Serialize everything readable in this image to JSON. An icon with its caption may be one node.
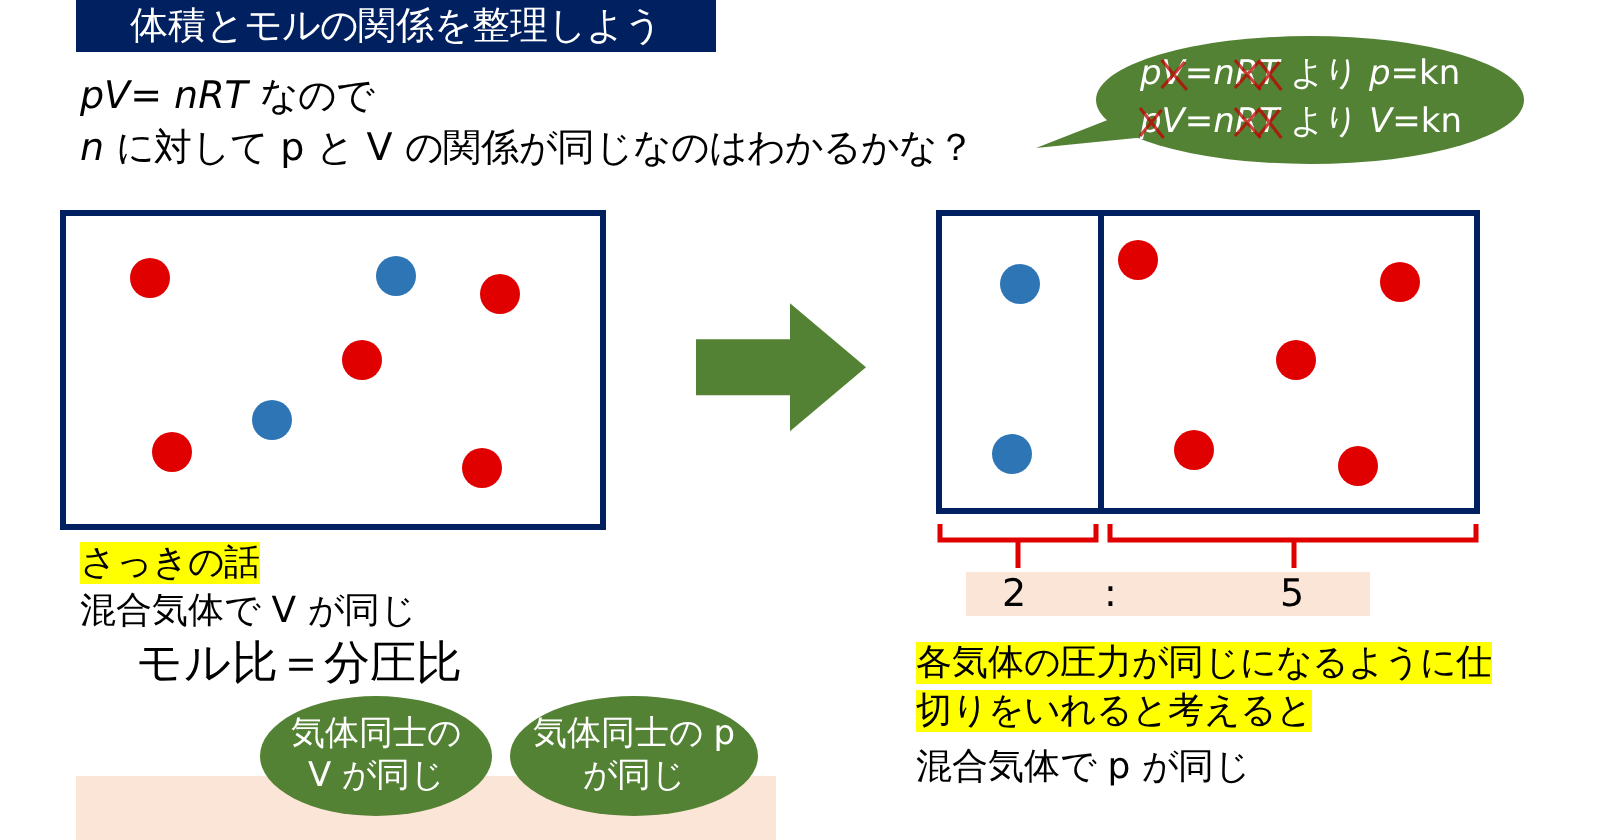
{
  "diagram": {
    "title": "体積とモルの関係を整理しよう",
    "nodes": [
      {
        "text": [
          "*pV*=*nRT* より *p*=kn",
          "*pV*=*nRT* より *V*=kn"
        ]
      },
      {
        "text": [],
        "shape": "box"
      },
      {
        "text": [],
        "shape": "box"
      },
      {
        "text": [],
        "shape": "box",
        "in": 2
      },
      {
        "text": [],
        "shape": "box",
        "in": 2
      },
      {
        "text": [
          "気体同士の V が同じ"
        ]
      },
      {
        "text": [
          "気体同士の p が同じ"
        ]
      },
      {
        "text": [],
        "shape": "bar"
      }
    ],
    "edges": [
      {
        "from": 1,
        "to": 2,
        "arrow": "to",
        "style": "thick"
      }
    ],
    "labels": [
      "*pV*= *nRT* なので",
      "*n* に対して p と V の関係が同じなのはわかるかな？",
      "さっきの話",
      "混合気体で V が同じ",
      "モル比＝分圧比",
      "2",
      ":",
      "5",
      "各気体の圧力が同じになるように仕切りをいれると考えると",
      "混合気体で p が同じ"
    ]
  }
}
